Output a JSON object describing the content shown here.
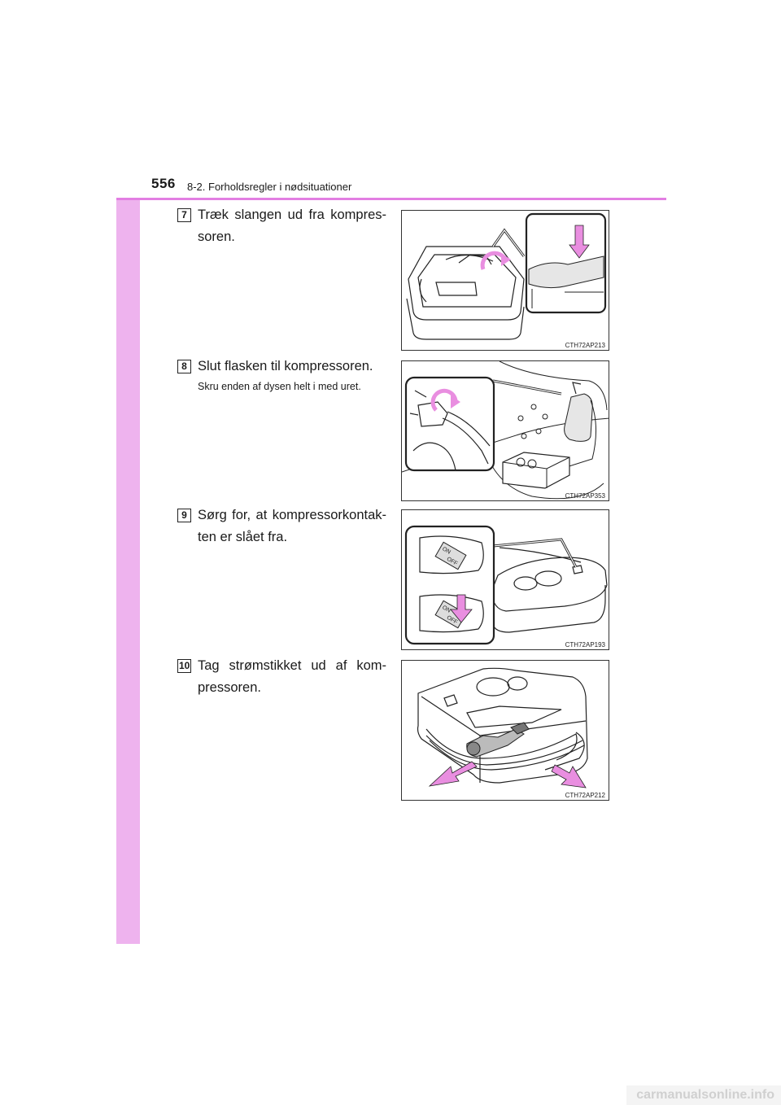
{
  "header": {
    "page_number": "556",
    "section": "8-2. Forholdsregler i nødsituationer"
  },
  "steps": [
    {
      "number": "7",
      "text": "Træk slangen ud fra kompres-soren.",
      "figure_code": "CTH72AP213"
    },
    {
      "number": "8",
      "text": "Slut flasken til kompressoren.",
      "subtext": "Skru enden af dysen helt i med uret.",
      "figure_code": "CTH72AP353"
    },
    {
      "number": "9",
      "text": "Sørg for, at kompressorkontak-ten er slået fra.",
      "figure_code": "CTH72AP193",
      "switch_labels": [
        "ON",
        "OFF"
      ]
    },
    {
      "number": "10",
      "text": "Tag strømstikket ud af kom-pressoren.",
      "figure_code": "CTH72AP212"
    }
  ],
  "footer": {
    "watermark": "carmanualsonline.info"
  },
  "colors": {
    "sidebar": "#eeb3ee",
    "rule": "#e27ee2",
    "arrow": "#e98ee0"
  }
}
